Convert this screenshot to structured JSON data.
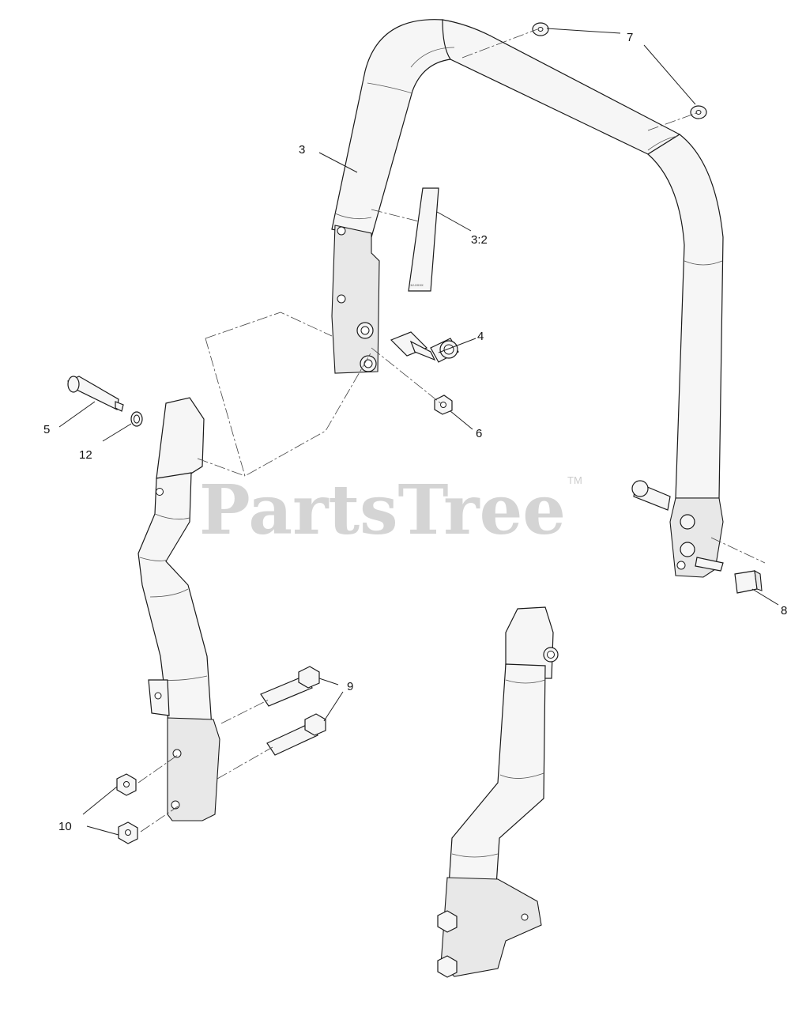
{
  "watermark": {
    "text": "PartsTree",
    "trademark": "TM"
  },
  "callouts": {
    "c3": "3",
    "c3_2": "3:2",
    "c4": "4",
    "c5": "5",
    "c6": "6",
    "c7": "7",
    "c8": "8",
    "c9": "9",
    "c10": "10",
    "c12": "12"
  },
  "decal": {
    "text": "1V-XXXX"
  }
}
